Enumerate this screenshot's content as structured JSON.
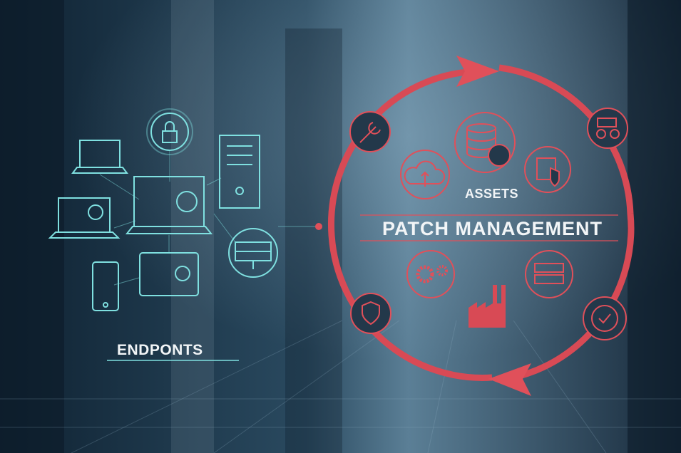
{
  "labels": {
    "endpoints": "ENDPONTS",
    "assets": "ASSETS",
    "patch_management": "PATCH MANAGEMENT"
  },
  "colors": {
    "teal": "#7fe0e0",
    "red": "#e0505a",
    "background": "#1b3346"
  },
  "endpoint_icons": [
    "lock-icon",
    "laptop-icon",
    "server-tower-icon",
    "monitor-lock-icon",
    "laptop-lock-icon",
    "server-rack-icon",
    "phone-icon",
    "tablet-lock-icon"
  ],
  "asset_icons": [
    "wrench-icon",
    "cloud-upload-icon",
    "database-icon",
    "firewall-icon",
    "tractor-icon",
    "gears-icon",
    "factory-icon",
    "server-icon",
    "shield-icon",
    "check-icon"
  ]
}
